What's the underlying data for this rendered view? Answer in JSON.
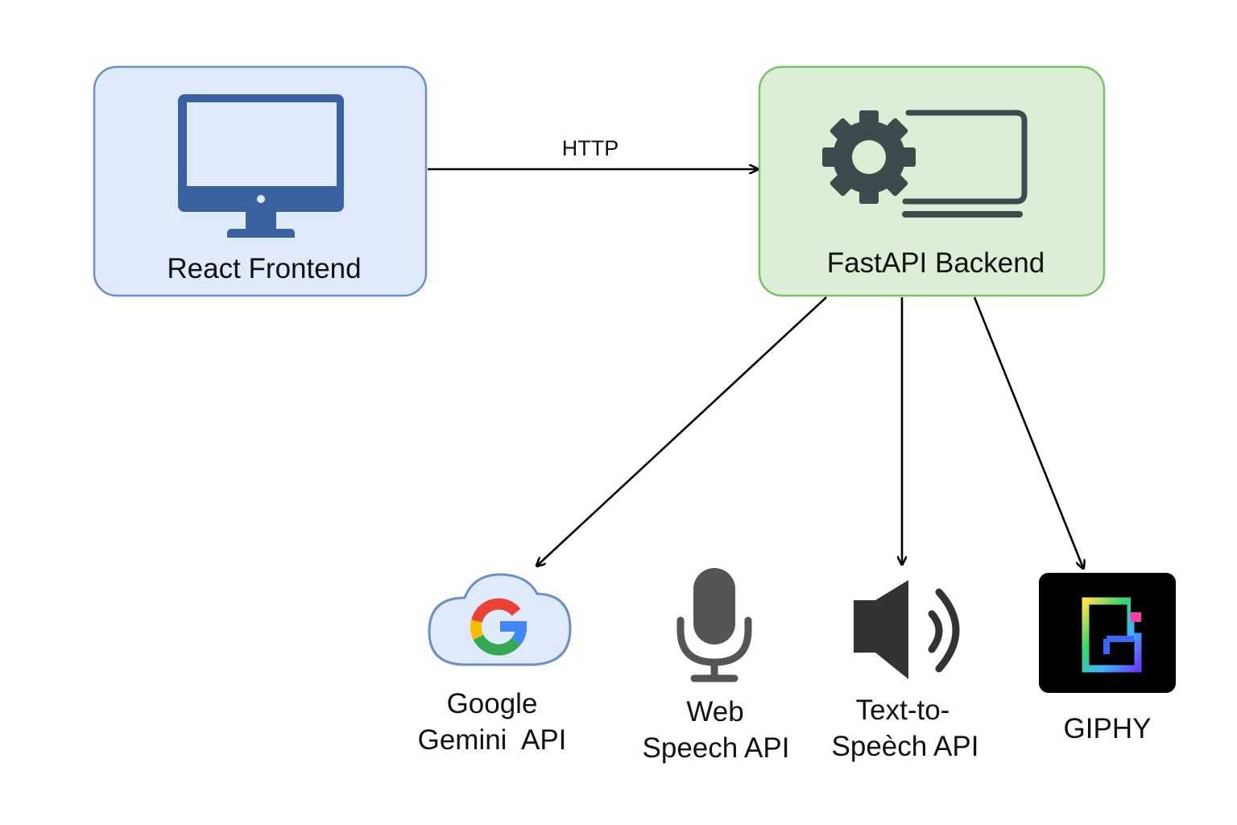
{
  "nodes": {
    "frontend": {
      "label": "React Frontend",
      "icon": "desktop-monitor-icon",
      "fill": "#dfeafa",
      "stroke": "#6d8fc9",
      "icon_color": "#3b62a0"
    },
    "backend": {
      "label": "FastAPI Backend",
      "icon": "gear-server-icon",
      "fill": "#dcefd6",
      "stroke": "#7cc06a",
      "icon_color": "#3e4a4d"
    },
    "gemini": {
      "label_lines": [
        "Google",
        "Gemini  API"
      ],
      "icon": "google-cloud-icon"
    },
    "web_speech": {
      "label_lines": [
        "Web",
        "Speech API"
      ],
      "icon": "microphone-icon"
    },
    "tts": {
      "label_lines": [
        "Text-to-",
        "Speèch API"
      ],
      "icon": "speaker-icon"
    },
    "giphy": {
      "label": "GIPHY",
      "icon": "giphy-logo-icon"
    }
  },
  "edges": [
    {
      "from": "frontend",
      "to": "backend",
      "label": "HTTP"
    },
    {
      "from": "backend",
      "to": "gemini",
      "label": ""
    },
    {
      "from": "backend",
      "to": "tts",
      "label": ""
    },
    {
      "from": "backend",
      "to": "giphy",
      "label": ""
    }
  ]
}
